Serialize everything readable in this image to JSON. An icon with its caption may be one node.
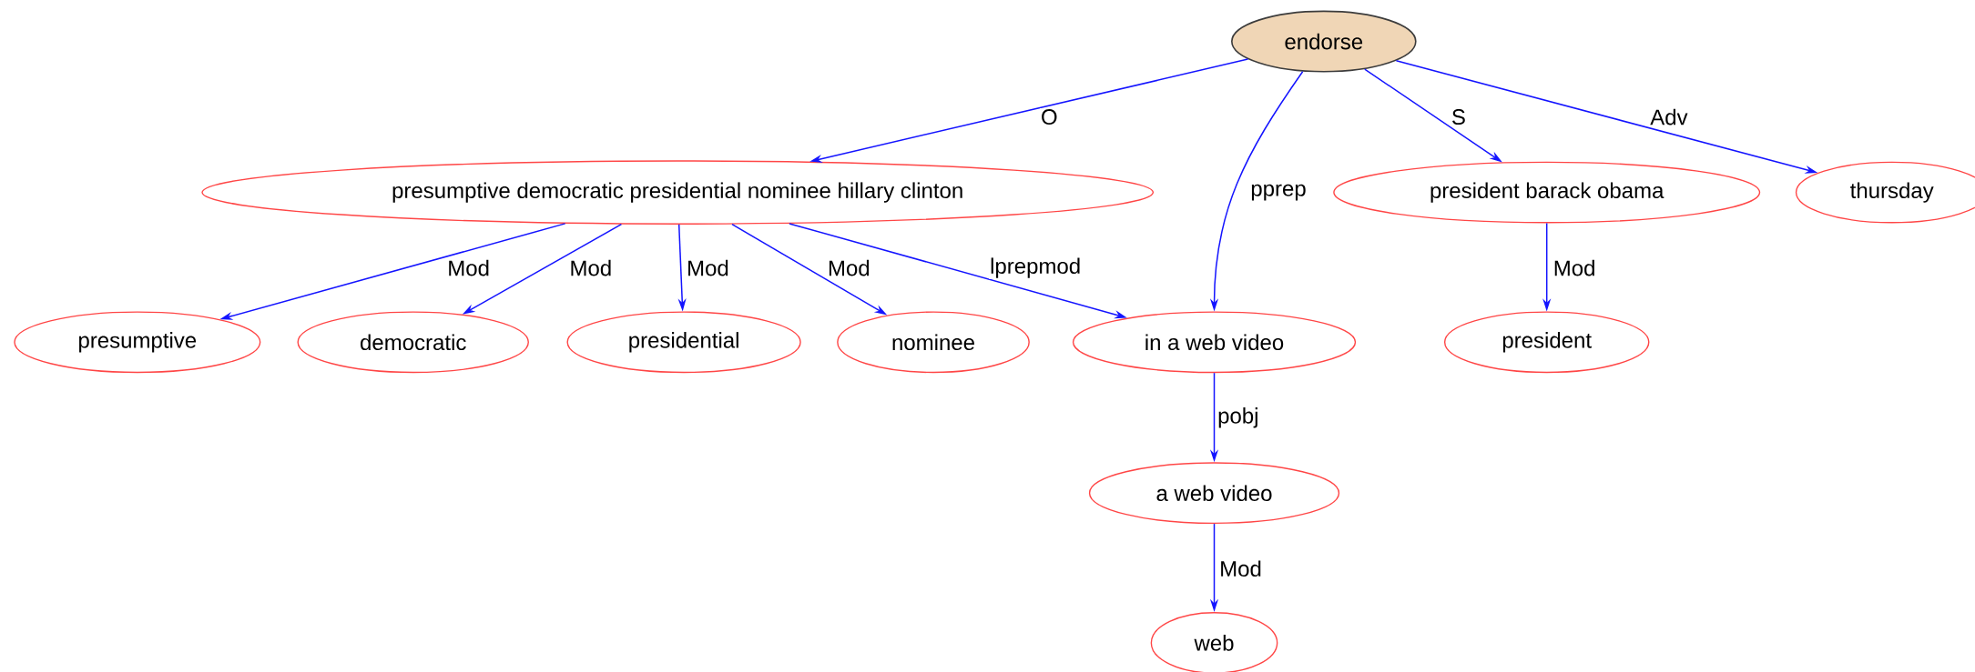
{
  "diagram": {
    "nodes": [
      {
        "text": [
          "endorse"
        ]
      },
      {
        "text": [
          "presumptive democratic presidential nominee hillary clinton"
        ]
      },
      {
        "text": [
          "presumptive"
        ]
      },
      {
        "text": [
          "democratic"
        ]
      },
      {
        "text": [
          "presidential"
        ]
      },
      {
        "text": [
          "nominee"
        ]
      },
      {
        "text": [
          "in a web video"
        ]
      },
      {
        "text": [
          "president barack obama"
        ]
      },
      {
        "text": [
          "thursday"
        ]
      },
      {
        "text": [
          "president"
        ]
      },
      {
        "text": [
          "a web video"
        ]
      },
      {
        "text": [
          "web"
        ]
      }
    ],
    "edges": [
      {
        "from": 0,
        "to": 1,
        "arrow": "to",
        "label": "O"
      },
      {
        "from": 0,
        "to": 6,
        "arrow": "to",
        "label": "pprep"
      },
      {
        "from": 0,
        "to": 7,
        "arrow": "to",
        "label": "S"
      },
      {
        "from": 0,
        "to": 8,
        "arrow": "to",
        "label": "Adv"
      },
      {
        "from": 1,
        "to": 2,
        "arrow": "to",
        "label": "Mod"
      },
      {
        "from": 1,
        "to": 3,
        "arrow": "to",
        "label": "Mod"
      },
      {
        "from": 1,
        "to": 4,
        "arrow": "to",
        "label": "Mod"
      },
      {
        "from": 1,
        "to": 5,
        "arrow": "to",
        "label": "Mod"
      },
      {
        "from": 1,
        "to": 6,
        "arrow": "to",
        "label": "lprepmod"
      },
      {
        "from": 7,
        "to": 9,
        "arrow": "to",
        "label": "Mod"
      },
      {
        "from": 6,
        "to": 10,
        "arrow": "to",
        "label": "pobj"
      },
      {
        "from": 10,
        "to": 11,
        "arrow": "to",
        "label": "Mod"
      }
    ]
  }
}
